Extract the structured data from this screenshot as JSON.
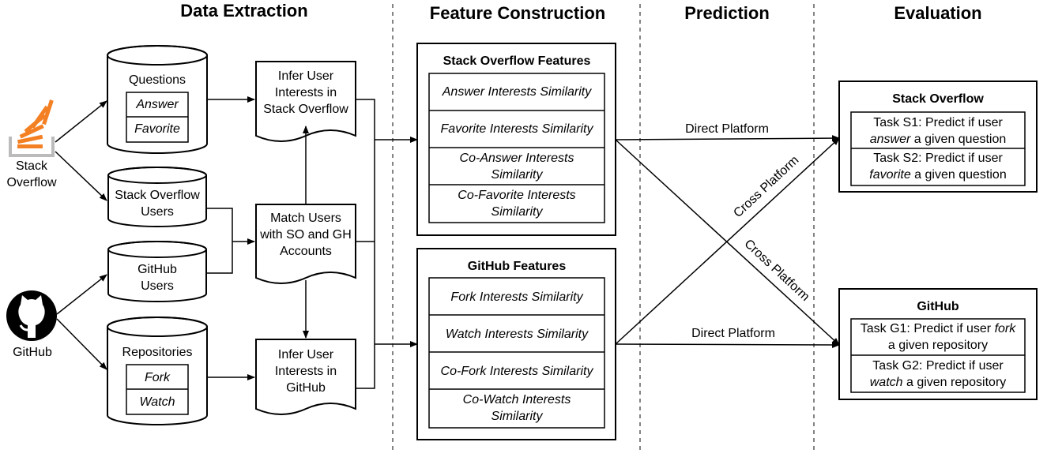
{
  "stages": {
    "extraction": "Data Extraction",
    "construction": "Feature Construction",
    "prediction": "Prediction",
    "evaluation": "Evaluation"
  },
  "sources": {
    "stackoverflow": [
      "Stack",
      "Overflow"
    ],
    "github": "GitHub"
  },
  "databases": {
    "questions": {
      "title": "Questions",
      "fields": [
        "Answer",
        "Favorite"
      ]
    },
    "so_users": [
      "Stack Overflow",
      "Users"
    ],
    "gh_users": [
      "GitHub",
      "Users"
    ],
    "repositories": {
      "title": "Repositories",
      "fields": [
        "Fork",
        "Watch"
      ]
    }
  },
  "processes": {
    "infer_so": [
      "Infer User",
      "Interests in",
      "Stack Overflow"
    ],
    "match": [
      "Match Users",
      "with SO and GH",
      "Accounts"
    ],
    "infer_gh": [
      "Infer User",
      "Interests in",
      "GitHub"
    ]
  },
  "features": {
    "so": {
      "title": "Stack Overflow Features",
      "items": [
        [
          "Answer Interests Similarity"
        ],
        [
          "Favorite Interests Similarity"
        ],
        [
          "Co-Answer Interests",
          "Similarity"
        ],
        [
          "Co-Favorite Interests",
          "Similarity"
        ]
      ]
    },
    "gh": {
      "title": "GitHub Features",
      "items": [
        [
          "Fork Interests Similarity"
        ],
        [
          "Watch Interests Similarity"
        ],
        [
          "Co-Fork Interests Similarity"
        ],
        [
          "Co-Watch Interests",
          "Similarity"
        ]
      ]
    }
  },
  "prediction": {
    "direct_top": "Direct Platform",
    "direct_bottom": "Direct Platform",
    "cross_up": "Cross Platform",
    "cross_down": "Cross Platform"
  },
  "evaluation": {
    "so": {
      "title": "Stack Overflow",
      "task1": {
        "l1": "Task S1: Predict if user",
        "l2_em": "answer",
        "l2_rest": " a given question"
      },
      "task2": {
        "l1": "Task S2: Predict if user",
        "l2_em": "favorite",
        "l2_rest": " a given question"
      }
    },
    "gh": {
      "title": "GitHub",
      "task1": {
        "l1_pre": "Task G1: Predict if user ",
        "l1_em": "fork",
        "l2": "a given repository"
      },
      "task2": {
        "l1": "Task G2: Predict if user",
        "l2_em": "watch",
        "l2_rest": " a given repository"
      }
    }
  },
  "colors": {
    "stackoverflow_orange": "#f48024",
    "stackoverflow_gray": "#bcbbbb",
    "github_black": "#000000"
  }
}
